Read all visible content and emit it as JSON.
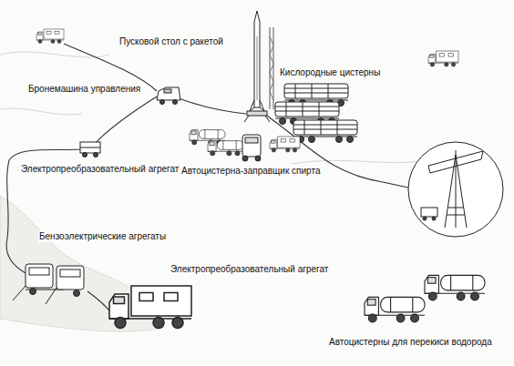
{
  "diagram": {
    "labels": [
      "Пусковой стол с ракетой",
      "Кислородные цистерны",
      "Бронемашина управления",
      "Электропреобразовательный агрегат",
      "Автоцистерна-заправщик спирта",
      "Бензоэлектрические агрегаты",
      "Электропреобразовательный агрегат",
      "Автоцистерны для перекиси водорода"
    ]
  }
}
